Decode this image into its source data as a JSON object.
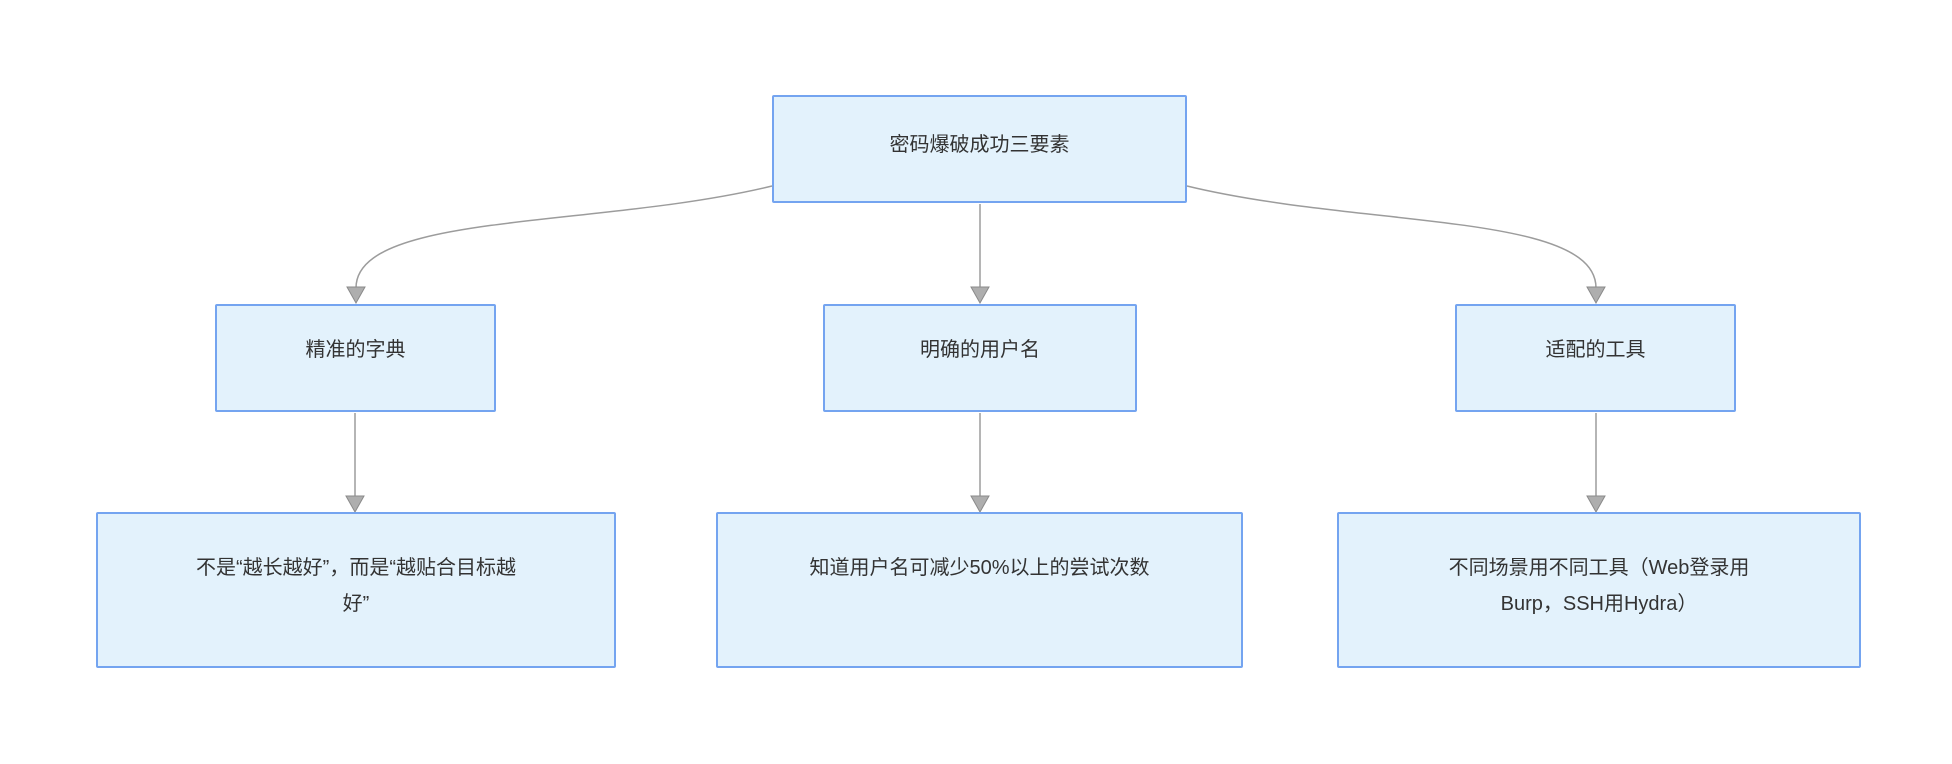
{
  "diagram": {
    "type": "flowchart",
    "colors": {
      "background": "#ffffff",
      "node_fill": "#e3f2fc",
      "node_border": "#74a4f0",
      "arrow": "#9c9c9c",
      "text": "#333333"
    },
    "nodes": {
      "root": {
        "label": "密码爆破成功三要素"
      },
      "dictionary": {
        "label": "精准的字典"
      },
      "username": {
        "label": "明确的用户名"
      },
      "tools": {
        "label": "适配的工具"
      },
      "dictionary_note": {
        "label": [
          "不是“越长越好”，而是“越贴合目标越",
          "好”"
        ]
      },
      "username_note": {
        "label": "知道用户名可减少50%以上的尝试次数"
      },
      "tools_note": {
        "label": [
          "不同场景用不同工具（Web登录用",
          "Burp，SSH用Hydra）"
        ]
      }
    },
    "edges": [
      {
        "from": "root",
        "to": "dictionary"
      },
      {
        "from": "root",
        "to": "username"
      },
      {
        "from": "root",
        "to": "tools"
      },
      {
        "from": "dictionary",
        "to": "dictionary_note"
      },
      {
        "from": "username",
        "to": "username_note"
      },
      {
        "from": "tools",
        "to": "tools_note"
      }
    ]
  }
}
